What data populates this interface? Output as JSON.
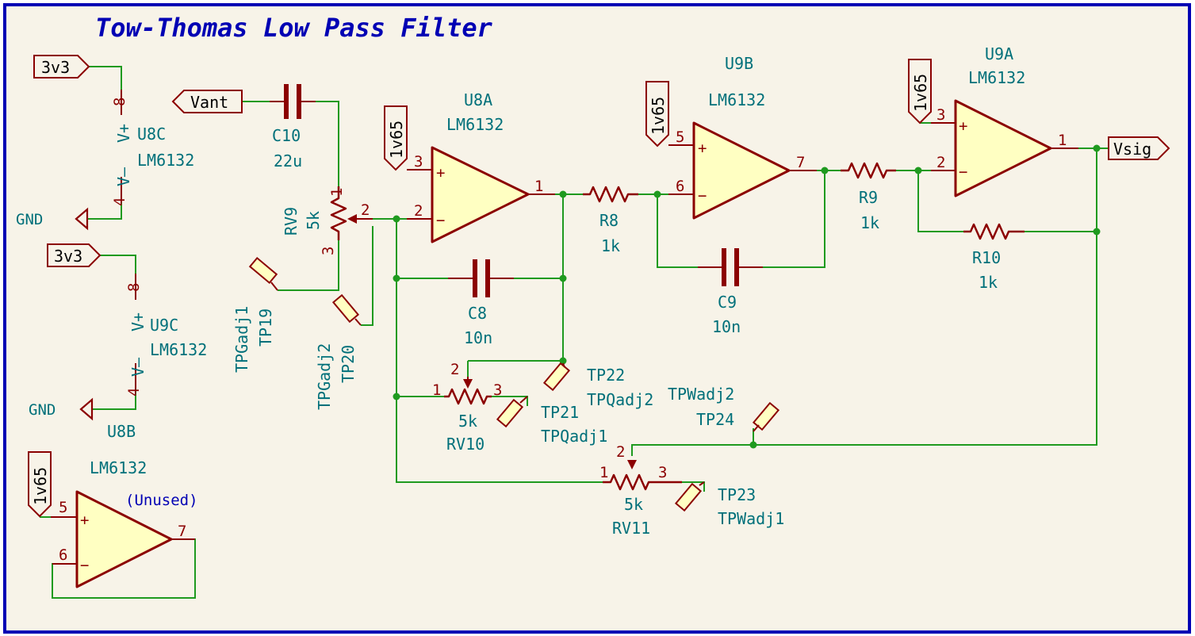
{
  "title": "Tow-Thomas Low Pass Filter",
  "note_unused": "(Unused)",
  "nets": {
    "v3v3": "3v3",
    "gnd": "GND",
    "v1v65": "1v65",
    "vant": "Vant",
    "vsig": "Vsig"
  },
  "power": {
    "u8c": {
      "ref": "U8C",
      "value": "LM6132",
      "vplus": "V+",
      "vminus": "V–",
      "pin_vp": "8",
      "pin_vm": "4"
    },
    "u9c": {
      "ref": "U9C",
      "value": "LM6132",
      "vplus": "V+",
      "vminus": "V–",
      "pin_vp": "8",
      "pin_vm": "4"
    }
  },
  "opamps": {
    "u8a": {
      "ref": "U8A",
      "value": "LM6132",
      "p_plus": "3",
      "p_minus": "2",
      "p_out": "1"
    },
    "u9b": {
      "ref": "U9B",
      "value": "LM6132",
      "p_plus": "5",
      "p_minus": "6",
      "p_out": "7"
    },
    "u9a": {
      "ref": "U9A",
      "value": "LM6132",
      "p_plus": "3",
      "p_minus": "2",
      "p_out": "1"
    },
    "u8b": {
      "ref": "U8B",
      "value": "LM6132",
      "p_plus": "5",
      "p_minus": "6",
      "p_out": "7"
    }
  },
  "passives": {
    "c10": {
      "ref": "C10",
      "value": "22u"
    },
    "c8": {
      "ref": "C8",
      "value": "10n"
    },
    "c9": {
      "ref": "C9",
      "value": "10n"
    },
    "r8": {
      "ref": "R8",
      "value": "1k"
    },
    "r9": {
      "ref": "R9",
      "value": "1k"
    },
    "r10": {
      "ref": "R10",
      "value": "1k"
    },
    "rv9": {
      "ref": "RV9",
      "value": "5k",
      "p1": "1",
      "p2": "2",
      "p3": "3"
    },
    "rv10": {
      "ref": "RV10",
      "value": "5k",
      "p1": "1",
      "p2": "2",
      "p3": "3"
    },
    "rv11": {
      "ref": "RV11",
      "value": "5k",
      "p1": "1",
      "p2": "2",
      "p3": "3"
    }
  },
  "testpoints": {
    "tp19": {
      "ref": "TP19",
      "value": "TPGadj1"
    },
    "tp20": {
      "ref": "TP20",
      "value": "TPGadj2"
    },
    "tp21": {
      "ref": "TP21",
      "value": "TPQadj1"
    },
    "tp22": {
      "ref": "TP22",
      "value": "TPQadj2"
    },
    "tp23": {
      "ref": "TP23",
      "value": "TPWadj1"
    },
    "tp24": {
      "ref": "TP24",
      "value": "TPWadj2"
    }
  },
  "colors": {
    "wire": "#1f9a1f",
    "component": "#8b0000",
    "opamp_fill": "#ffffc2",
    "reference_text": "#00707a",
    "title_text": "#0000b4",
    "sheet_border": "#0000b4",
    "sheet_bg": "#f7f3e8"
  }
}
